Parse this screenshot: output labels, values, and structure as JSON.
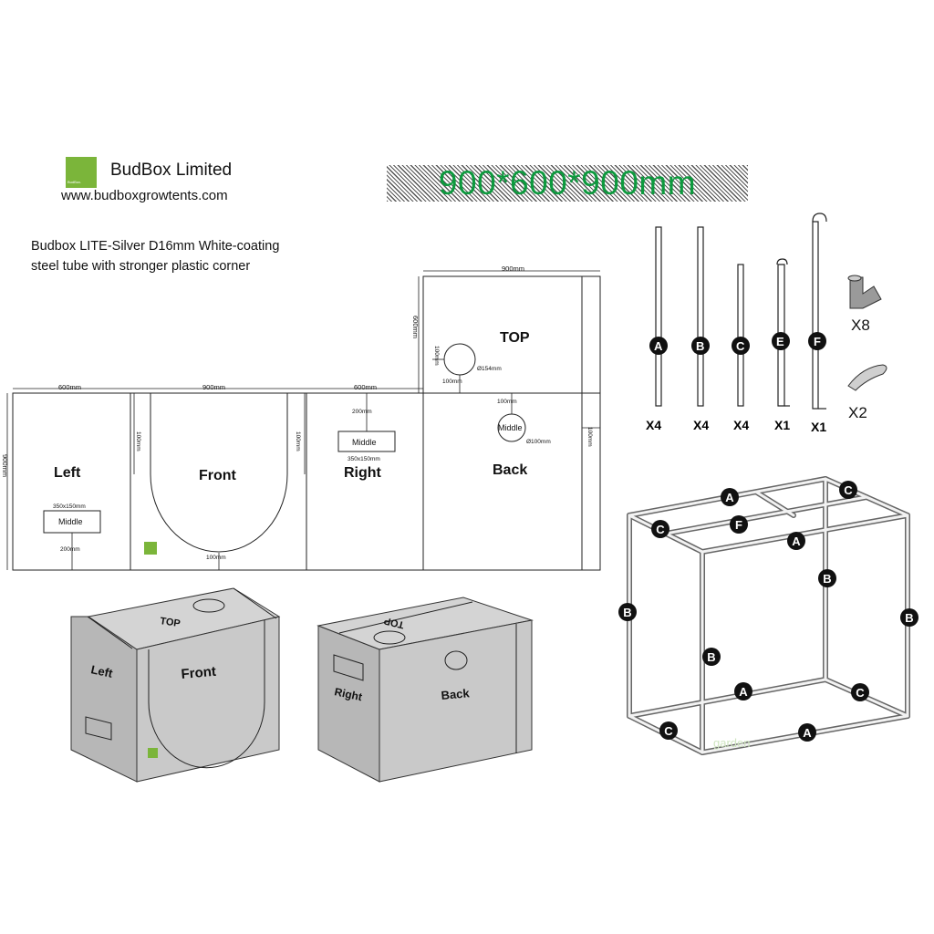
{
  "header": {
    "company": "BudBox Limited",
    "website": "www.budboxgrowtents.com",
    "logo_mini": "BudBox.",
    "description_line1": "Budbox LITE-Silver D16mm White-coating",
    "description_line2": "steel tube with stronger plastic corner",
    "size_banner": "900*600*900mm"
  },
  "colors": {
    "brand_green": "#7bb53a",
    "banner_text": "#0d9a3e",
    "box_grey": "#cdcdcd"
  },
  "net": {
    "left": {
      "label": "Left",
      "width_dim": "600mm",
      "height_dim": "900mm",
      "vent": "Middle",
      "vent_size": "350x150mm",
      "vent_offset": "200mm"
    },
    "front": {
      "label": "Front",
      "width_dim": "900mm",
      "side_dim_left": "100mm",
      "side_dim_right": "100mm",
      "bottom_dim": "100mm"
    },
    "right": {
      "label": "Right",
      "width_dim": "600mm",
      "vent": "Middle",
      "vent_size": "350x150mm",
      "vent_offset": "200mm"
    },
    "top": {
      "label": "TOP",
      "width_dim": "900mm",
      "depth_dim": "600mm",
      "port_dim": "Ø154mm",
      "port_off_side": "100mm",
      "port_off_bottom": "100mm"
    },
    "back": {
      "label": "Back",
      "port_label": "Middle",
      "port_dim": "Ø100mm",
      "port_off_top": "100mm",
      "side_dim": "100mm"
    }
  },
  "boxes": {
    "box1": {
      "top": "TOP",
      "front": "Front",
      "left": "Left"
    },
    "box2": {
      "top": "TOP",
      "back": "Back",
      "right": "Right"
    }
  },
  "parts": [
    {
      "id": "A",
      "qty": "X4"
    },
    {
      "id": "B",
      "qty": "X4"
    },
    {
      "id": "C",
      "qty": "X4"
    },
    {
      "id": "E",
      "qty": "X1"
    },
    {
      "id": "F",
      "qty": "X1"
    }
  ],
  "fittings": [
    {
      "name": "corner-connector",
      "qty": "X8"
    },
    {
      "name": "strap",
      "qty": "X2"
    }
  ],
  "frame_labels": [
    "A",
    "C",
    "C",
    "F",
    "A",
    "B",
    "B",
    "B",
    "B",
    "A",
    "C",
    "C",
    "A"
  ],
  "watermark": "garden"
}
